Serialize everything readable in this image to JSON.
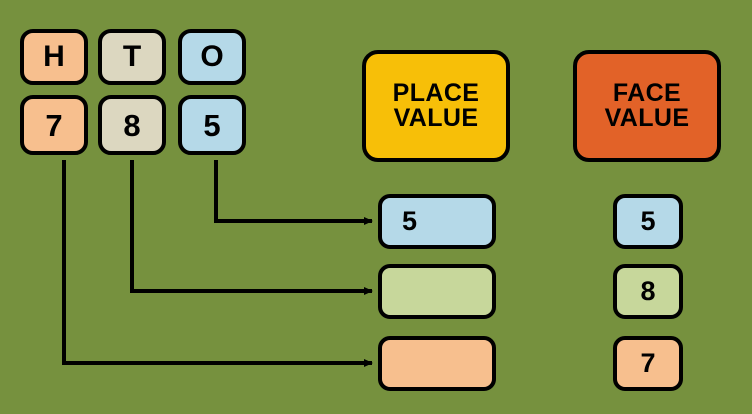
{
  "background_color": "#76913e",
  "place_columns": {
    "headers": [
      {
        "label": "H",
        "name": "hundreds",
        "color": "#f7bf8e"
      },
      {
        "label": "T",
        "name": "tens",
        "color": "#dcd7c0"
      },
      {
        "label": "O",
        "name": "ones",
        "color": "#b5d9e8"
      }
    ],
    "digits": [
      {
        "value": "7",
        "name": "hundreds-digit",
        "color": "#f7bf8e"
      },
      {
        "value": "8",
        "name": "tens-digit",
        "color": "#dcd7c0"
      },
      {
        "value": "5",
        "name": "ones-digit",
        "color": "#b5d9e8"
      }
    ]
  },
  "titles": {
    "place_value": {
      "line1": "PLACE",
      "line2": "VALUE",
      "color": "#f7bf08"
    },
    "face_value": {
      "line1": "FACE",
      "line2": "VALUE",
      "color": "#e26228"
    }
  },
  "place_value_boxes": [
    {
      "value": "5",
      "color": "#b5d9e8",
      "filled": true
    },
    {
      "value": "",
      "color": "#c7d79b",
      "filled": false
    },
    {
      "value": "",
      "color": "#f7bf8e",
      "filled": false
    }
  ],
  "face_value_boxes": [
    {
      "value": "5",
      "color": "#b5d9e8"
    },
    {
      "value": "8",
      "color": "#c7d79b"
    },
    {
      "value": "7",
      "color": "#f7bf8e"
    }
  ],
  "connectors": [
    {
      "from": "ones-digit",
      "to": "place-value-box-1"
    },
    {
      "from": "tens-digit",
      "to": "place-value-box-2"
    },
    {
      "from": "hundreds-digit",
      "to": "place-value-box-3"
    }
  ]
}
